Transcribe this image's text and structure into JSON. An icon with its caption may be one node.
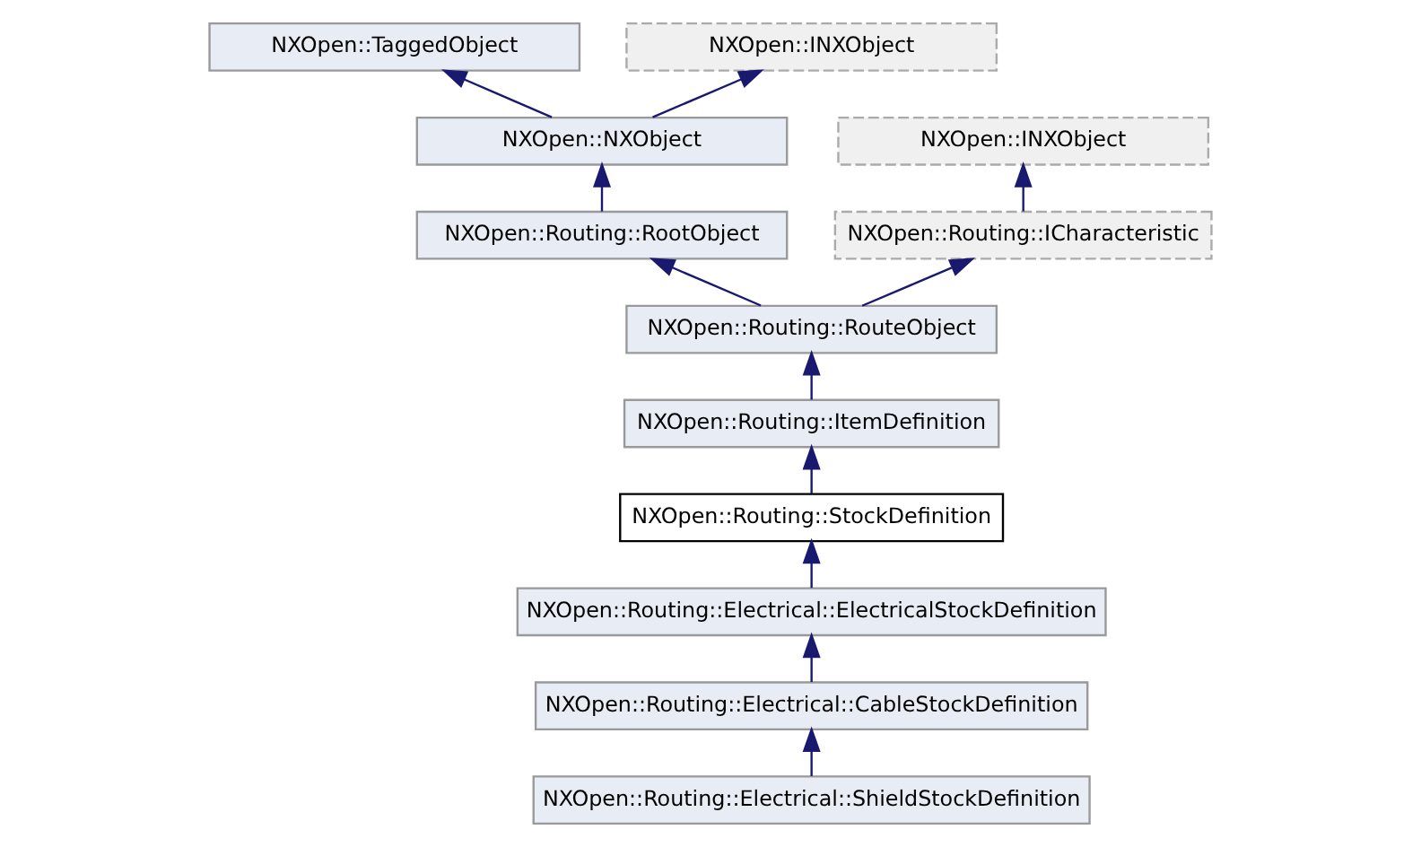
{
  "diagram": {
    "nodes": [
      {
        "text": [
          "NXOpen::TaggedObject"
        ]
      },
      {
        "text": [
          "NXOpen::INXObject"
        ]
      },
      {
        "text": [
          "NXOpen::NXObject"
        ]
      },
      {
        "text": [
          "NXOpen::INXObject"
        ]
      },
      {
        "text": [
          "NXOpen::Routing::RootObject"
        ]
      },
      {
        "text": [
          "NXOpen::Routing::ICharacteristic"
        ]
      },
      {
        "text": [
          "NXOpen::Routing::RouteObject"
        ]
      },
      {
        "text": [
          "NXOpen::Routing::ItemDefinition"
        ]
      },
      {
        "text": [
          "NXOpen::Routing::StockDefinition"
        ]
      },
      {
        "text": [
          "NXOpen::Routing::Electrical::ElectricalStockDefinition"
        ]
      },
      {
        "text": [
          "NXOpen::Routing::Electrical::CableStockDefinition"
        ]
      },
      {
        "text": [
          "NXOpen::Routing::Electrical::ShieldStockDefinition"
        ]
      }
    ],
    "edges": [
      {
        "from": 2,
        "to": 0,
        "arrow": "to"
      },
      {
        "from": 2,
        "to": 1,
        "arrow": "to"
      },
      {
        "from": 4,
        "to": 2,
        "arrow": "to"
      },
      {
        "from": 5,
        "to": 3,
        "arrow": "to"
      },
      {
        "from": 6,
        "to": 4,
        "arrow": "to"
      },
      {
        "from": 6,
        "to": 5,
        "arrow": "to"
      },
      {
        "from": 7,
        "to": 6,
        "arrow": "to"
      },
      {
        "from": 8,
        "to": 7,
        "arrow": "to"
      },
      {
        "from": 9,
        "to": 8,
        "arrow": "to"
      },
      {
        "from": 10,
        "to": 9,
        "arrow": "to"
      },
      {
        "from": 11,
        "to": 10,
        "arrow": "to"
      }
    ]
  }
}
